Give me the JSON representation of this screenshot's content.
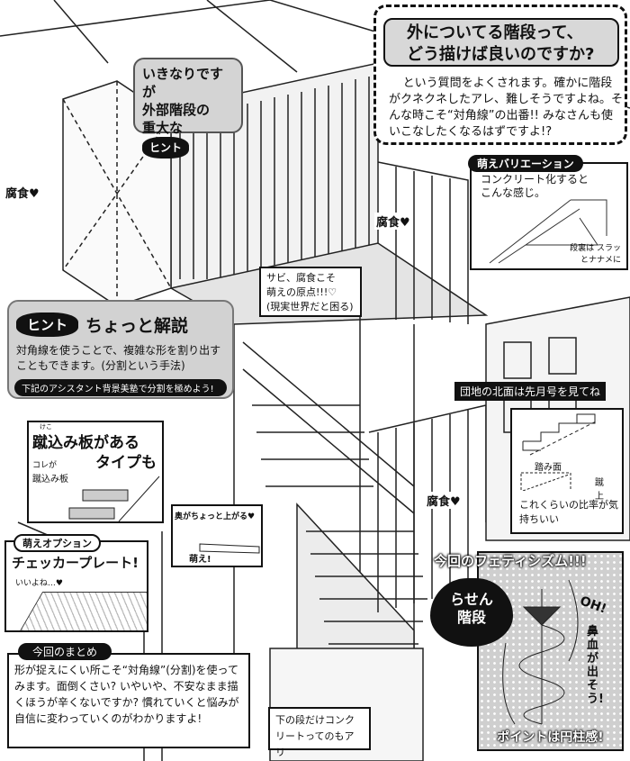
{
  "question": {
    "title_line1": "外についてる階段って、",
    "title_line2": "どう描けば良いのですか?",
    "body": "という質問をよくされます。確かに階段がクネクネしたアレ、難しそうですよね。そんな時こそ“対角線”の出番!! みなさんも使いこなしたくなるはずですよ!?"
  },
  "hint_bubble": {
    "line1": "いきなりですが",
    "line2": "外部階段の",
    "line3": "重大な",
    "badge": "ヒント"
  },
  "corrosion_labels": [
    "腐食♥",
    "腐食♥",
    "腐食♥"
  ],
  "variation": {
    "header": "萌えバリエーション",
    "text": "コンクリート化すると こんな感じ。",
    "note": "段裏は スラッとナナメに"
  },
  "rust_bubble": {
    "line1": "サビ、腐食こそ",
    "line2": "萌えの原点!!!♡",
    "line3": "(現実世界だと困る)"
  },
  "hint_explain": {
    "badge": "ヒント",
    "title": "ちょっと解説",
    "body": "対角線を使うことで、複雑な形を割り出すこともできます。(分割という手法)",
    "banner": "下記のアシスタント背景美塾で分割を極めよう!"
  },
  "north_label": "団地の北面は先月号を見てね",
  "ratio_panel": {
    "tread": "踏み面",
    "riser": "蹴上",
    "caption": "これくらいの比率が気持ちいい"
  },
  "kick_panel": {
    "ruby": "けこ",
    "title_line1": "蹴込み板がある",
    "title_line2": "タイプも",
    "note1": "コレが",
    "note2": "蹴込み板"
  },
  "tilt_note": {
    "label": "奥がちょっと上がる♥",
    "moe": "萌え!"
  },
  "option_panel": {
    "header": "萌えオプション",
    "title": "チェッカープレート!",
    "note": "いいよね…♥"
  },
  "fetish_panel": {
    "header": "今回のフェティシズム!!!",
    "heart": "らせん階段",
    "oh": "OH!",
    "nosebleed": "鼻血が出そう!",
    "caption": "ポイントは円柱感!"
  },
  "summary": {
    "header": "今回のまとめ",
    "body": "形が捉えにくい所こそ“対角線”(分割)を使ってみます。面倒くさい? いやいや、不安なまま描くほうが辛くないですか? 慣れていくと悩みが自信に変わっていくのがわかりますよ!"
  },
  "concrete_bubble": "下の段だけコンクリートってのもアリ"
}
